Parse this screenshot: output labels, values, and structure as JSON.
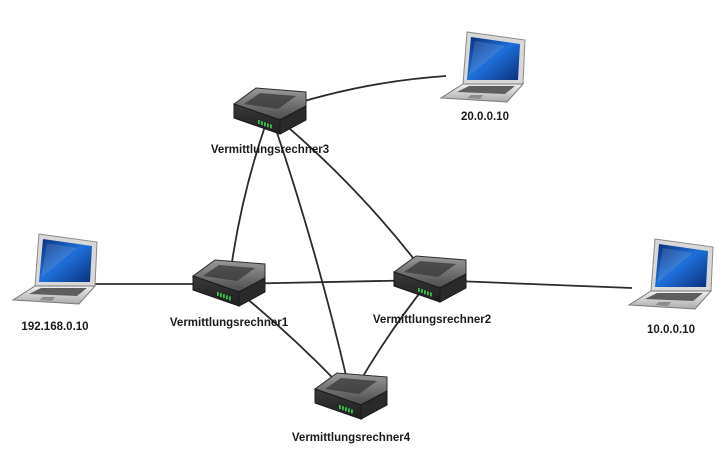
{
  "routers": [
    {
      "id": "r1",
      "label": "Vermittlungsrechner1",
      "icon": "router-icon"
    },
    {
      "id": "r2",
      "label": "Vermittlungsrechner2",
      "icon": "router-icon"
    },
    {
      "id": "r3",
      "label": "Vermittlungsrechner3",
      "icon": "router-icon"
    },
    {
      "id": "r4",
      "label": "Vermittlungsrechner4",
      "icon": "router-icon"
    }
  ],
  "hosts": [
    {
      "id": "h1",
      "label": "192.168.0.10",
      "icon": "laptop-icon"
    },
    {
      "id": "h2",
      "label": "20.0.0.10",
      "icon": "laptop-icon"
    },
    {
      "id": "h3",
      "label": "10.0.0.10",
      "icon": "laptop-icon"
    }
  ],
  "links": [
    {
      "from": "h1",
      "to": "r1"
    },
    {
      "from": "r1",
      "to": "r2"
    },
    {
      "from": "r2",
      "to": "h3"
    },
    {
      "from": "r3",
      "to": "h2"
    },
    {
      "from": "r3",
      "to": "r1"
    },
    {
      "from": "r3",
      "to": "r2"
    },
    {
      "from": "r3",
      "to": "r4"
    },
    {
      "from": "r1",
      "to": "r4"
    },
    {
      "from": "r2",
      "to": "r4"
    }
  ],
  "colors": {
    "link": "#2b2b2b",
    "router_body": "#5a5a5a",
    "router_led": "#39c24a",
    "laptop_screen": "#1e6fd9",
    "laptop_body": "#c9c9c9"
  }
}
